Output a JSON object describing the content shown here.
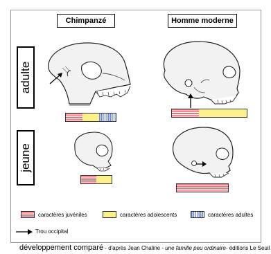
{
  "columns": {
    "chimp": "Chimpanzé",
    "human": "Homme moderne"
  },
  "rows": {
    "adult": "adulte",
    "young": "jeune"
  },
  "legend": {
    "juvenile": "caractères juvéniles",
    "adolescent": "caractères adolescents",
    "adult": "caractères adultes",
    "occipital": "Trou occipital"
  },
  "caption": {
    "title": "développement comparé",
    "sep": " - ",
    "credit_pre": "d'après Jean Chaline - ",
    "book": "une famille peu ordinaire",
    "credit_post": "- éditions Le Seuil"
  },
  "bars": {
    "chimp_adult": {
      "juvenile": 0.33,
      "adolescent": 0.33,
      "adult": 0.34
    },
    "human_adult": {
      "juvenile": 0.36,
      "adolescent": 0.64,
      "adult": 0
    },
    "chimp_young": {
      "juvenile": 0.5,
      "adolescent": 0.5,
      "adult": 0
    },
    "human_young": {
      "juvenile": 1.0,
      "adolescent": 0,
      "adult": 0
    }
  },
  "colors": {
    "juvenile": "#f0707a",
    "adolescent": "#fbf08c",
    "adult": "#6a86e0"
  }
}
